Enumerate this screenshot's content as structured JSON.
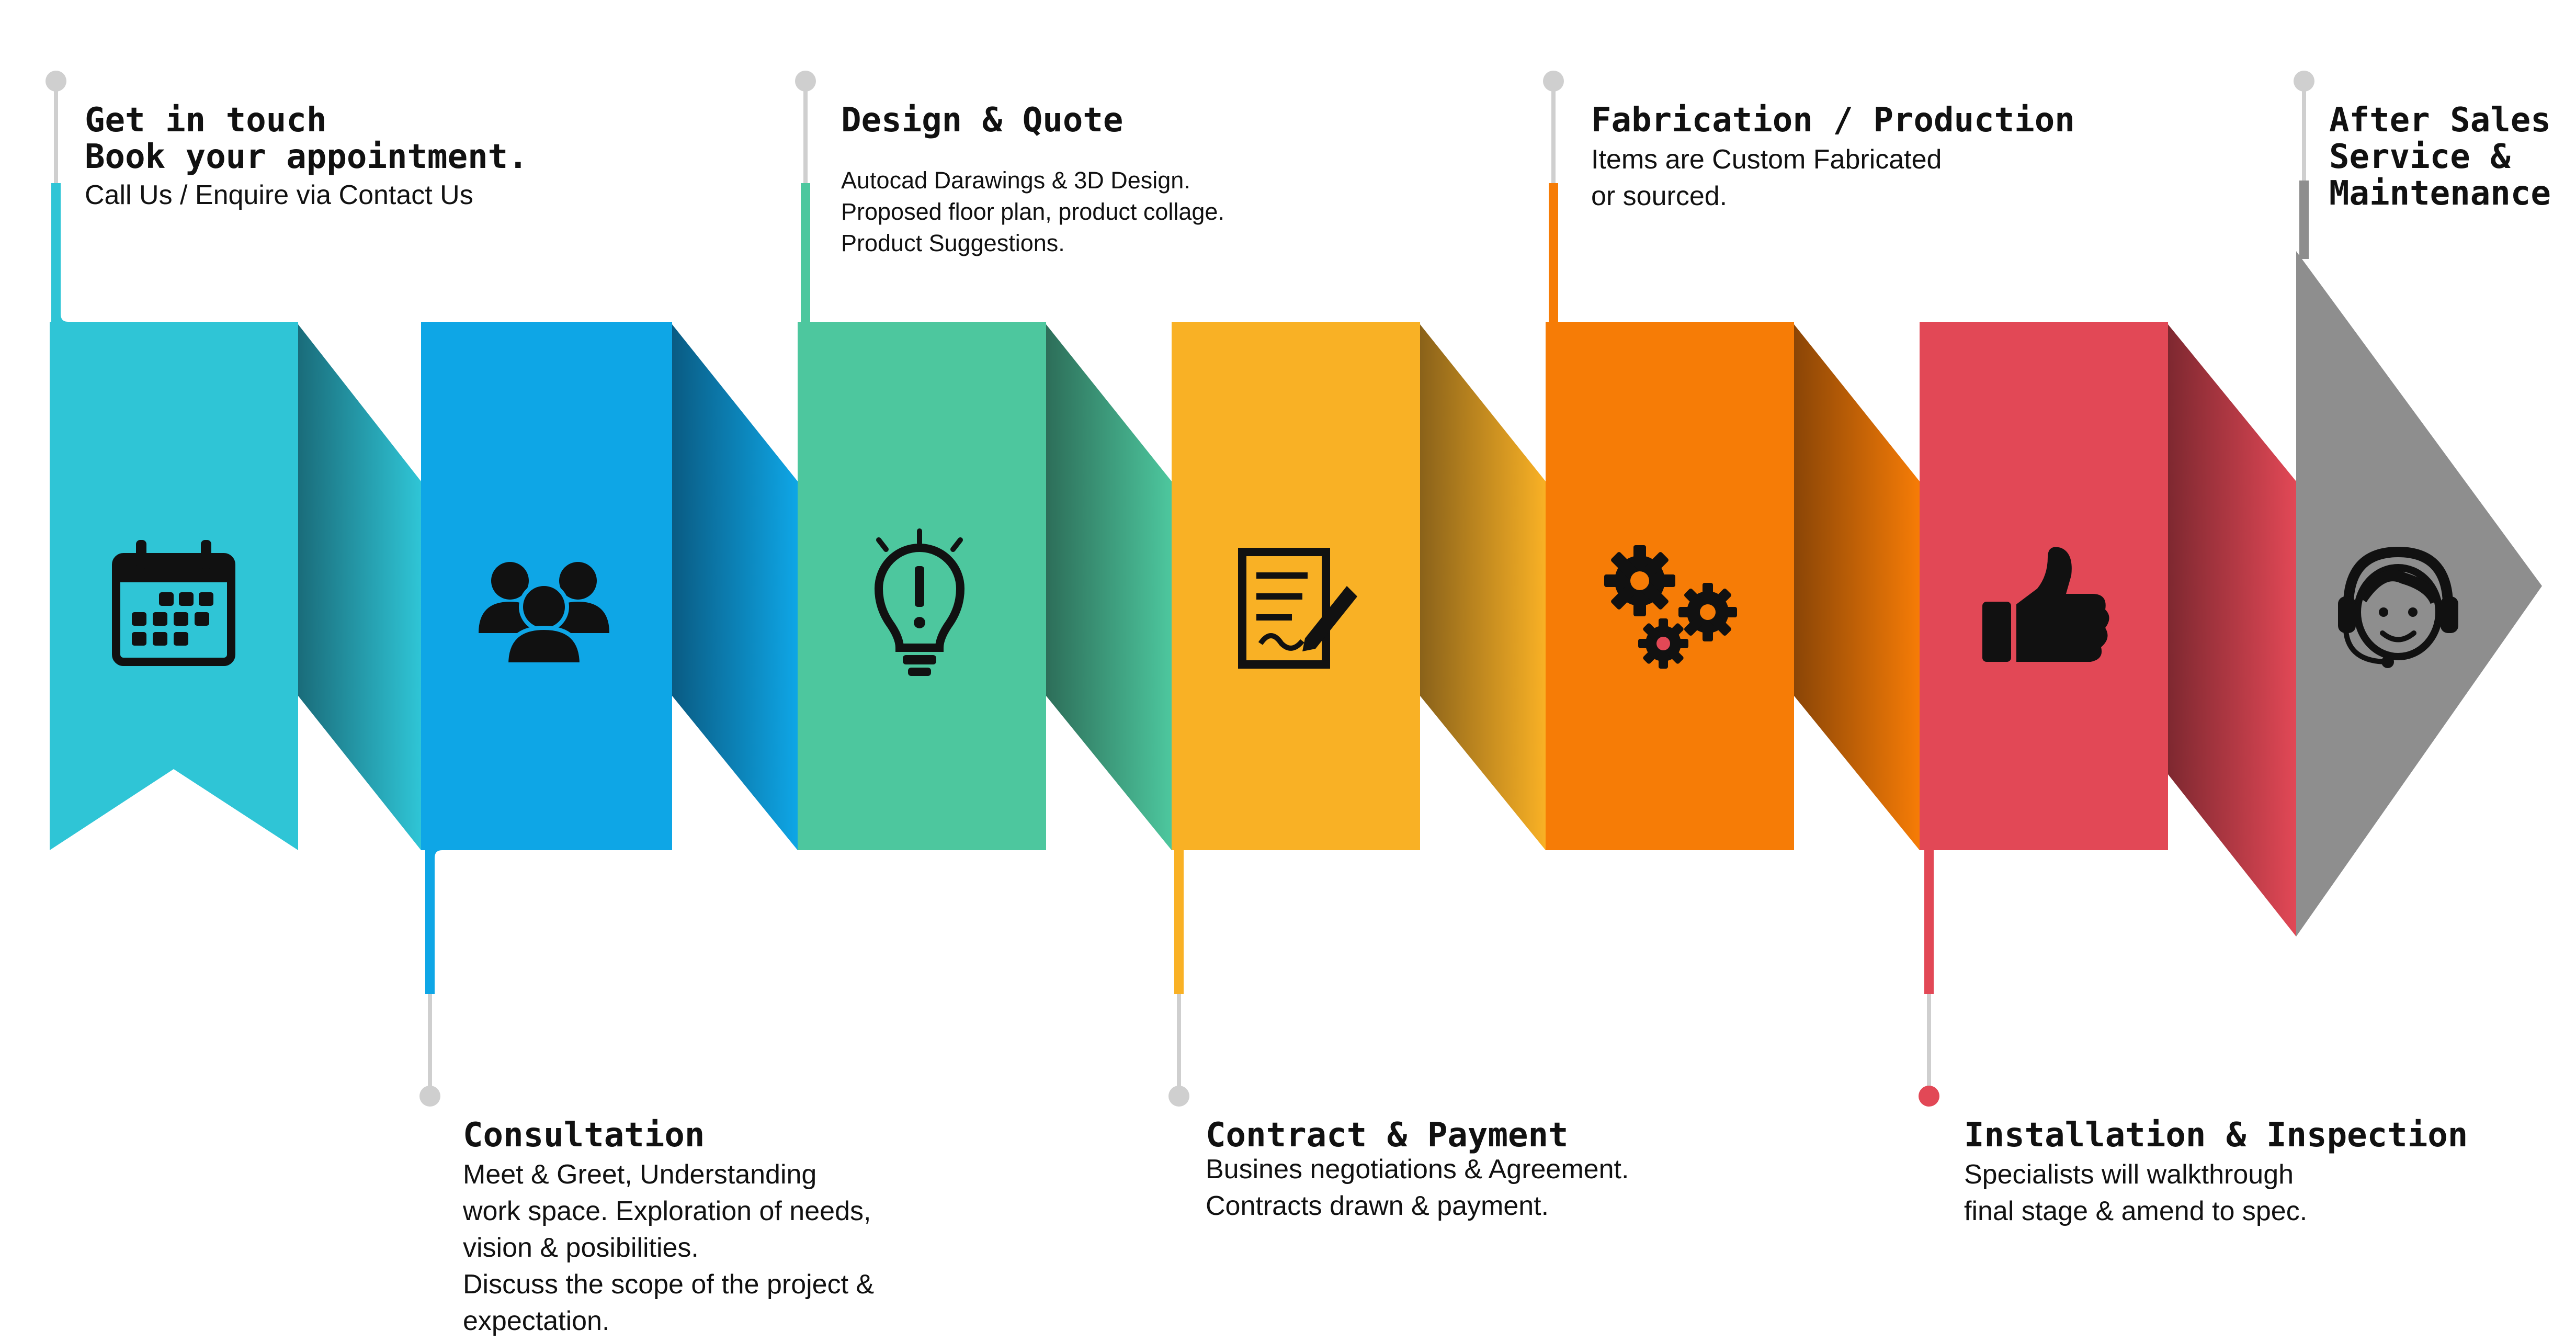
{
  "steps": [
    {
      "title_lines": [
        "Get in touch",
        "Book your appointment."
      ],
      "desc_lines": [
        "Call Us / Enquire via Contact Us"
      ],
      "icon": "calendar-icon",
      "color": "#2FC5D6"
    },
    {
      "title_lines": [
        "Consultation"
      ],
      "desc_lines": [
        "Meet & Greet, Understanding",
        "work space.  Exploration of needs,",
        "vision & posibilities.",
        "Discuss the scope of the project &",
        "expectation."
      ],
      "icon": "group-icon",
      "color": "#0EA6E6"
    },
    {
      "title_lines": [
        "Design & Quote"
      ],
      "desc_lines": [
        "Autocad Darawings & 3D Design.",
        "Proposed floor plan, product collage.",
        "Product Suggestions."
      ],
      "icon": "lightbulb-icon",
      "color": "#4DC79E"
    },
    {
      "title_lines": [
        "Contract & Payment"
      ],
      "desc_lines": [
        "Busines negotiations & Agreement.",
        "Contracts drawn & payment."
      ],
      "icon": "contract-icon",
      "color": "#F9B125"
    },
    {
      "title_lines": [
        "Fabrication / Production"
      ],
      "desc_lines": [
        "Items are Custom Fabricated",
        "or sourced."
      ],
      "icon": "gears-icon",
      "color": "#F67C06"
    },
    {
      "title_lines": [
        "Installation & Inspection"
      ],
      "desc_lines": [
        "Specialists will walkthrough",
        "final stage & amend to spec."
      ],
      "icon": "thumbs-up-icon",
      "color": "#E24856"
    },
    {
      "title_lines": [
        "After Sales",
        "Service &",
        "Maintenance"
      ],
      "desc_lines": [],
      "icon": "headset-support-icon",
      "color": "#8E8E8E"
    }
  ],
  "pin_color": "#CFCFCF",
  "icon_color": "#111111"
}
